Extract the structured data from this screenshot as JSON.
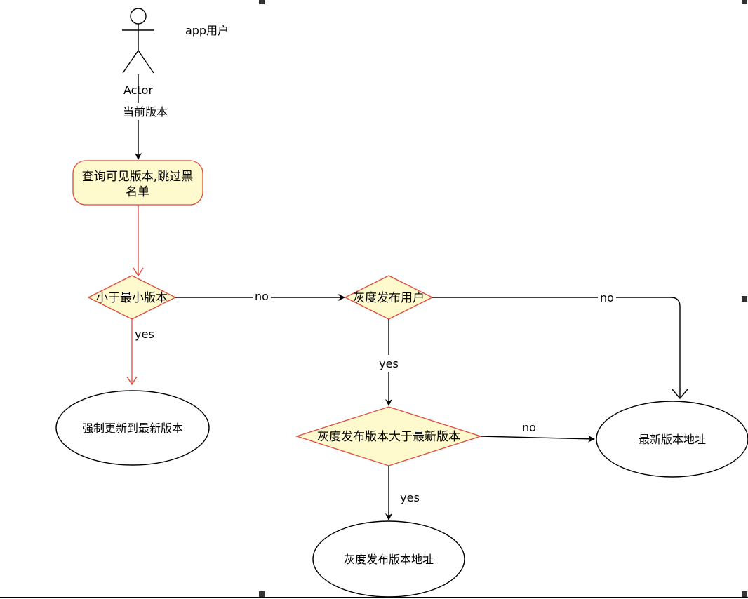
{
  "actor": {
    "name": "Actor",
    "role_label": "app用户"
  },
  "edges": {
    "current_version": "当前版本",
    "min_no": "no",
    "min_yes": "yes",
    "gray_user_yes": "yes",
    "gray_user_no": "no",
    "gray_version_no": "no",
    "gray_version_yes": "yes"
  },
  "nodes": {
    "query_line1": "查询可见版本,跳过黑",
    "query_line2": "名单",
    "less_than_min": "小于最小版本",
    "gray_user": "灰度发布用户",
    "gray_version_gt_latest": "灰度发布版本大于最新版本",
    "force_update": "强制更新到最新版本",
    "latest_url": "最新版本地址",
    "gray_url": "灰度发布版本地址"
  },
  "colors": {
    "node_fill": "#fffacd",
    "node_stroke": "#e0483a",
    "red_edge": "#e0483a",
    "black_edge": "#000000",
    "handle": "#333333"
  }
}
